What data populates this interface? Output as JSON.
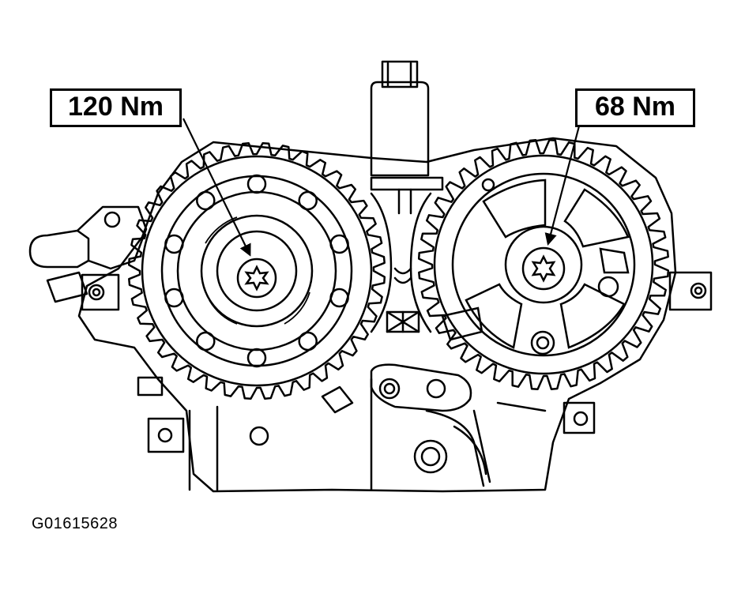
{
  "callouts": {
    "left_torque": "120 Nm",
    "right_torque": "68 Nm"
  },
  "figure_id": "G01615628",
  "icons": {
    "left_bolt": "torx-bolt-icon",
    "right_bolt": "torx-bolt-icon"
  }
}
